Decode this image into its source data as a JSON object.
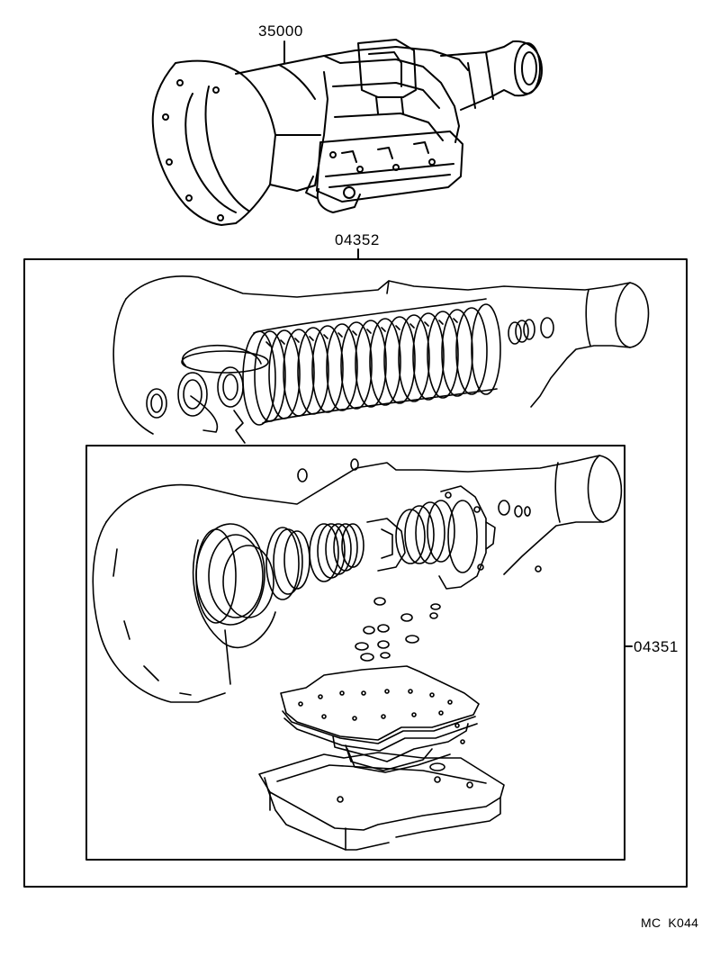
{
  "callouts": {
    "transmission_assembly": "35000",
    "overhaul_kit": "04352",
    "gasket_kit": "04351"
  },
  "figure_code": {
    "prefix": "MC",
    "id": "K044"
  }
}
